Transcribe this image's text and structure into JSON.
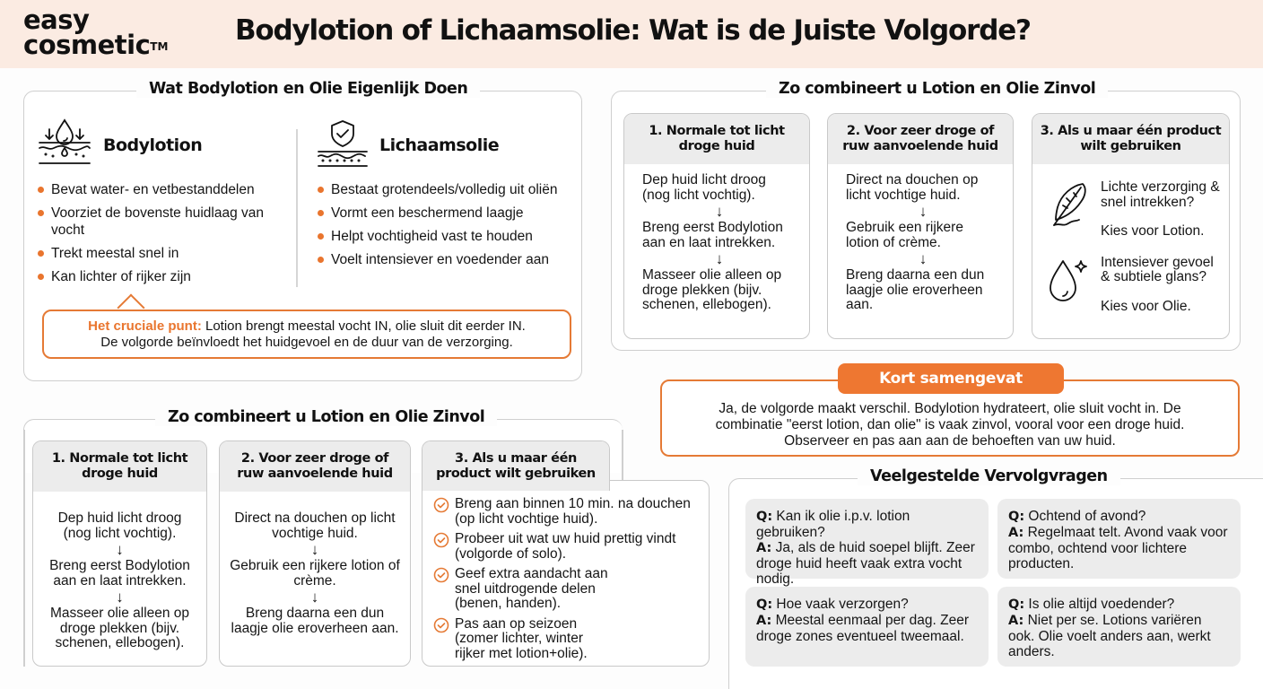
{
  "header": {
    "logo_line1": "easy",
    "logo_line2": "cosmetic",
    "logo_tm": "TM",
    "title": "Bodylotion of Lichaamsolie: Wat is de Juiste Volgorde?",
    "background": "#fbebe2"
  },
  "colors": {
    "accent": "#e9752e",
    "card_header": "#ececec",
    "border": "#cfcfcf"
  },
  "what_it_does": {
    "title": "Wat Bodylotion en Olie Eigenlijk Doen",
    "lotion": {
      "icon": "skin-absorb-drop-icon",
      "name": "Bodylotion",
      "bullets": [
        "Bevat water- en vetbestanddelen",
        "Voorziet de bovenste huidlaag van vocht",
        "Trekt meestal snel in",
        "Kan lichter of rijker zijn"
      ]
    },
    "oil": {
      "icon": "skin-shield-icon",
      "name": "Lichaamsolie",
      "bullets": [
        "Bestaat grotendeels/volledig uit oliën",
        "Vormt een beschermend laagje",
        "Helpt vochtigheid vast te houden",
        "Voelt intensiever en voedender aan"
      ]
    },
    "callout": {
      "lead": "Het cruciale punt:",
      "line1": " Lotion brengt meestal vocht IN, olie sluit dit eerder IN.",
      "line2": "De volgorde beïnvloedt het huidgevoel en de duur van de verzorging."
    }
  },
  "combine_top": {
    "title": "Zo combineert u Lotion en Olie Zinvol",
    "cards": [
      {
        "heading": "1. Normale tot licht droge huid",
        "steps": [
          "Dep huid licht droog (nog licht vochtig).",
          "Breng eerst Bodylotion aan en laat intrekken.",
          "Masseer olie alleen op droge plekken (bijv. schenen, ellebogen)."
        ]
      },
      {
        "heading": "2. Voor zeer droge of ruw aanvoelende huid",
        "steps": [
          "Direct na douchen op licht vochtige huid.",
          "Gebruik een rijkere lotion of crème.",
          "Breng daarna een dun laagje olie eroverheen aan."
        ]
      },
      {
        "heading": "3. Als u maar één product wilt gebruiken",
        "options": [
          {
            "icon": "feather-icon",
            "question": "Lichte verzorging & snel intrekken?",
            "answer": "Kies voor Lotion."
          },
          {
            "icon": "sparkle-drop-icon",
            "question": "Intensiever gevoel & subtiele glans?",
            "answer": "Kies voor Olie."
          }
        ]
      }
    ],
    "arrow": "↓"
  },
  "summary": {
    "badge": "Kort samengevat",
    "line1": "Ja, de volgorde maakt verschil. Bodylotion hydrateert, olie sluit vocht in. De",
    "line2": "combinatie \"eerst lotion, dan olie\" is vaak zinvol, vooral voor een droge huid.",
    "line3": "Observeer en pas aan aan de behoeften van uw huid."
  },
  "combine_bottom": {
    "title": "Zo combineert u Lotion en Olie Zinvol",
    "cards": [
      {
        "heading": "1. Normale tot licht droge huid",
        "steps": [
          "Dep huid licht droog (nog licht vochtig).",
          "Breng eerst Bodylotion aan en laat intrekken.",
          "Masseer olie alleen op droge plekken (bijv. schenen, ellebogen)."
        ]
      },
      {
        "heading": "2. Voor zeer droge of ruw aanvoelende huid",
        "steps": [
          "Direct na douchen op licht vochtige huid.",
          "Gebruik een rijkere lotion of crème.",
          "Breng daarna een dun laagje olie eroverheen aan."
        ]
      },
      {
        "heading": "3. Als u maar één product wilt gebruiken",
        "tips": [
          "Breng aan binnen 10 min. na douchen (op licht vochtige huid).",
          "Probeer uit wat uw huid prettig vindt (volgorde of solo).",
          "Geef extra aandacht aan snel uitdrogende delen (benen, handen).",
          "Pas aan op seizoen (zomer lichter, winter rijker met lotion+olie)."
        ]
      }
    ]
  },
  "faq": {
    "title": "Veelgestelde Vervolgvragen",
    "q_label": "Q:",
    "a_label": "A:",
    "items": [
      {
        "q": " Kan ik olie i.p.v. lotion gebruiken?",
        "a": " Ja, als de huid soepel blijft. Zeer droge huid heeft vaak extra vocht nodig."
      },
      {
        "q": " Ochtend of avond?",
        "a": " Regelmaat telt. Avond vaak voor combo, ochtend voor lichtere producten."
      },
      {
        "q": " Hoe vaak verzorgen?",
        "a": " Meestal eenmaal per dag. Zeer droge zones eventueel tweemaal."
      },
      {
        "q": " Is olie altijd voedender?",
        "a": " Niet per se. Lotions variëren ook. Olie voelt anders aan, werkt anders."
      }
    ]
  }
}
